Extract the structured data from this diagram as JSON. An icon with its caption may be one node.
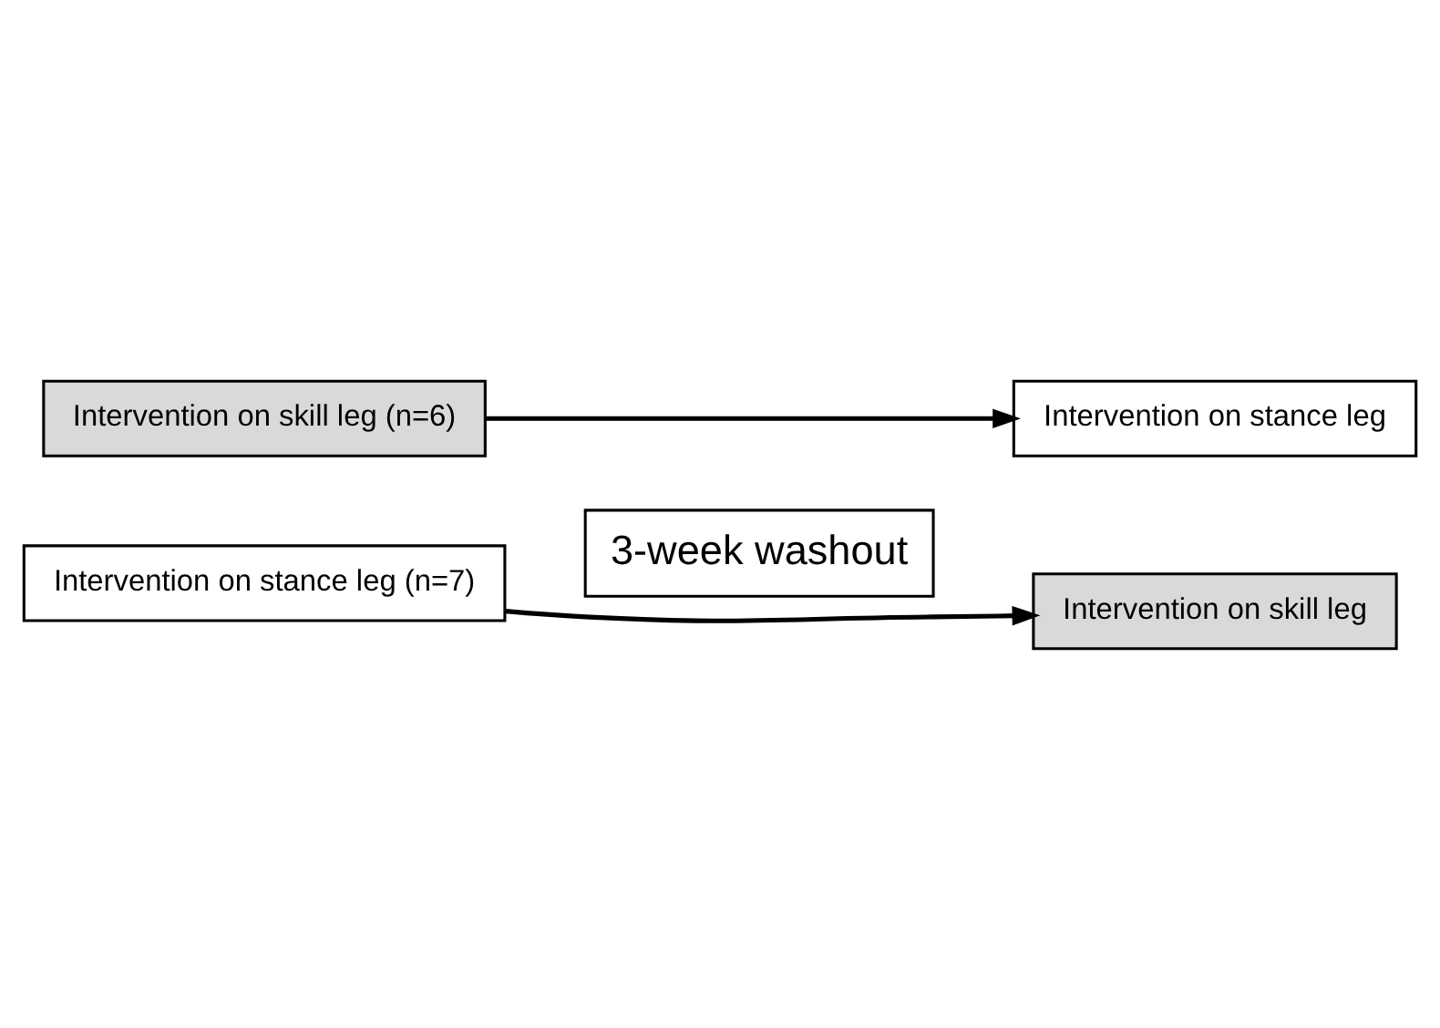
{
  "diagram": {
    "nodes": [
      {
        "text": [
          "Intervention on stance leg (n=7)"
        ]
      },
      {
        "text": [
          "Intervention on skill leg (n=6)"
        ]
      },
      {
        "text": [
          "3-week washout"
        ]
      },
      {
        "text": [
          "Intervention on skill leg"
        ]
      },
      {
        "text": [
          "Intervention on stance leg"
        ]
      }
    ],
    "edges": [
      {
        "from": 0,
        "to": 3,
        "arrow": "to"
      },
      {
        "from": 1,
        "to": 4,
        "arrow": "to"
      }
    ]
  }
}
